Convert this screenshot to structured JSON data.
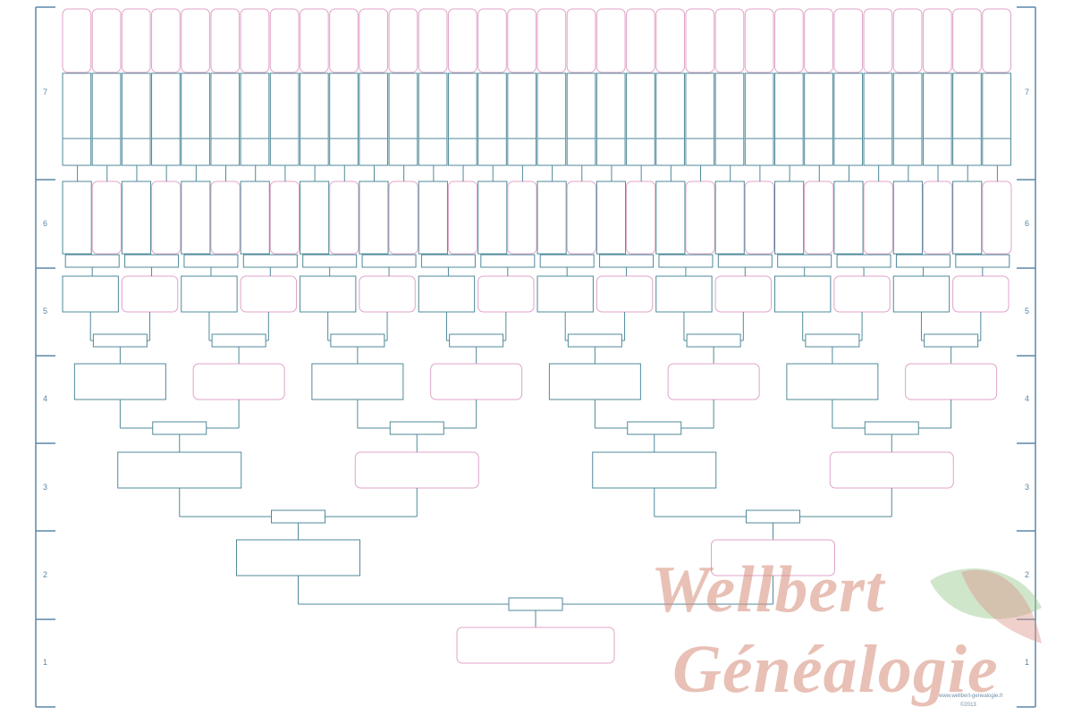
{
  "colors": {
    "male": "#4f8a9a",
    "female": "#e0a3c8",
    "connector": "#4f8a9a",
    "side": "#5b87a8"
  },
  "generation_labels": [
    "1",
    "2",
    "3",
    "4",
    "5",
    "6",
    "7"
  ],
  "watermark": {
    "line1": "Wellbert",
    "line2": "Généalogie",
    "website": "www.wellbert-genealogie.fr",
    "copyright": "©2013",
    "logo_icon": "leaf-icon"
  }
}
